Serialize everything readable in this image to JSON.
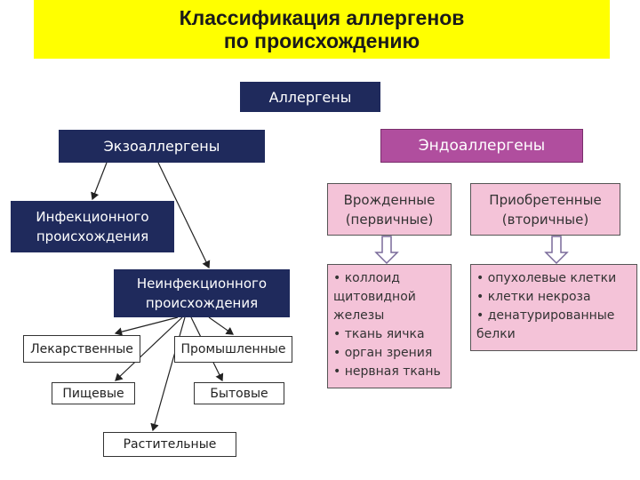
{
  "title": {
    "line1": "Классификация аллергенов",
    "line2": "по происхождению"
  },
  "root": "Аллергены",
  "exo": {
    "label": "Экзоаллергены",
    "infectious": {
      "line1": "Инфекционного",
      "line2": "происхождения"
    },
    "noninfectious": {
      "line1": "Неинфекционного",
      "line2": "происхождения",
      "children": [
        "Лекарственные",
        "Промышленные",
        "Пищевые",
        "Бытовые",
        "Растительные"
      ]
    }
  },
  "endo": {
    "label": "Эндоаллергены",
    "congenital": {
      "line1": "Врожденные",
      "line2": "(первичные)",
      "items": [
        "• коллоид",
        "щитовидной",
        "железы",
        "• ткань яичка",
        "• орган зрения",
        "• нервная ткань"
      ]
    },
    "acquired": {
      "line1": "Приобретенные",
      "line2": "(вторичные)",
      "items": [
        "• опухолевые клетки",
        "• клетки некроза",
        "• денатурированные",
        "белки"
      ]
    }
  },
  "colors": {
    "title_bg": "#ffff00",
    "navy": "#1f2a5c",
    "mauve": "#b04e9e",
    "pink": "#f4c3d8"
  }
}
